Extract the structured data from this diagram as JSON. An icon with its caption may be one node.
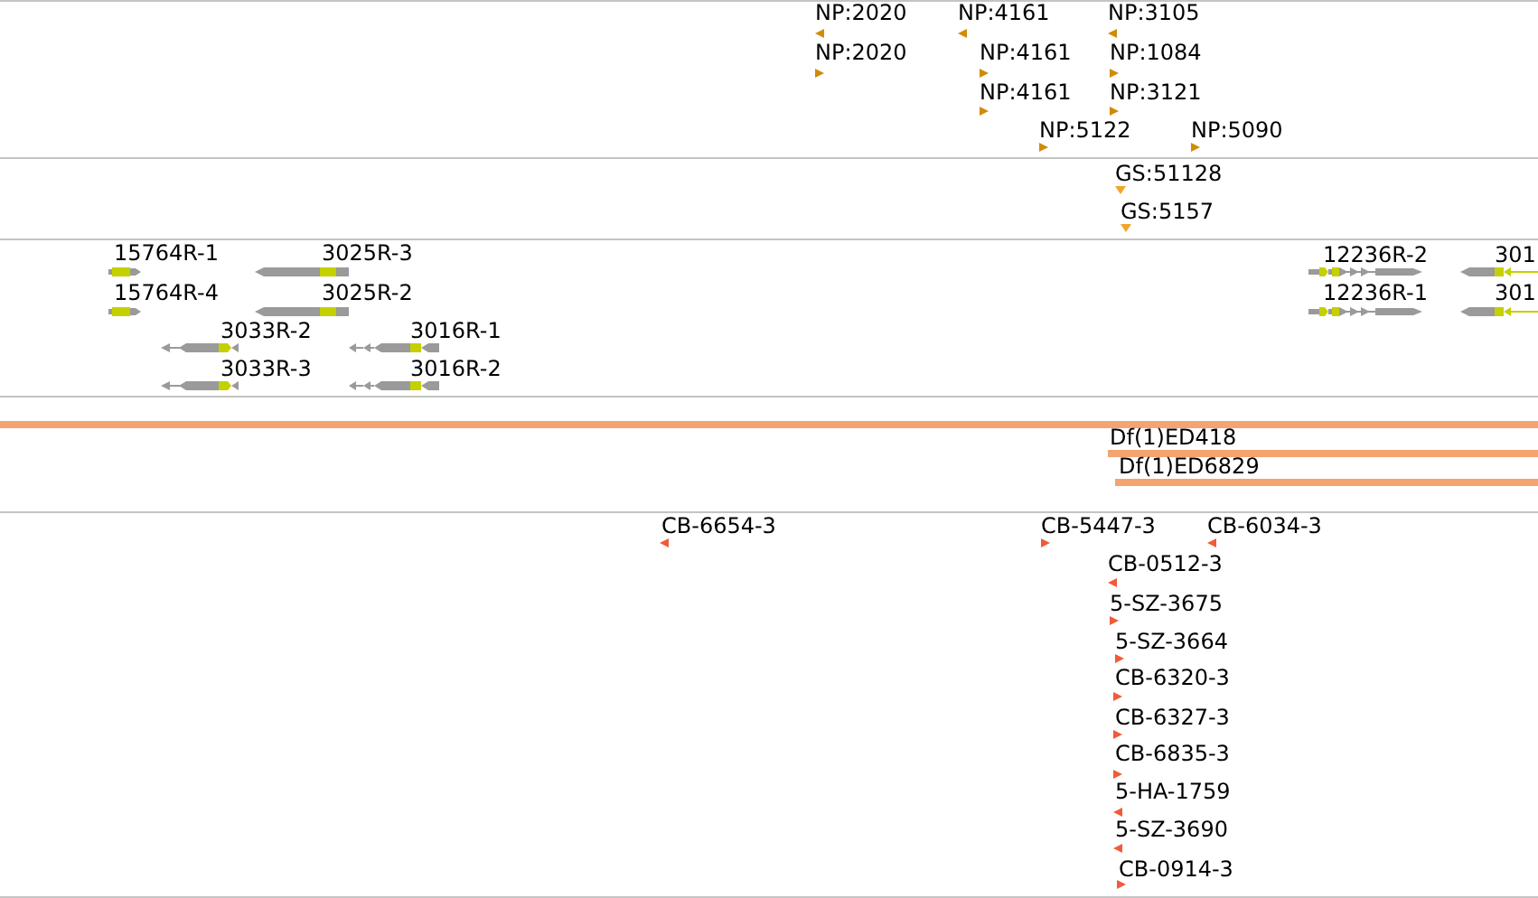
{
  "diagram": {
    "labels": [
      "NP:2020",
      "NP:4161",
      "NP:3105",
      "NP:2020",
      "NP:4161",
      "NP:1084",
      "NP:4161",
      "NP:3121",
      "NP:5122",
      "NP:5090",
      "GS:51128",
      "GS:5157",
      "15764R-1",
      "3025R-3",
      "12236R-2",
      "301",
      "15764R-4",
      "3025R-2",
      "12236R-1",
      "301",
      "3033R-2",
      "3016R-1",
      "3033R-3",
      "3016R-2",
      "Df(1)ED418",
      "Df(1)ED6829",
      "CB-6654-3",
      "CB-5447-3",
      "CB-6034-3",
      "CB-0512-3",
      "5-SZ-3675",
      "5-SZ-3664",
      "CB-6320-3",
      "CB-6327-3",
      "CB-6835-3",
      "5-HA-1759",
      "5-SZ-3690",
      "CB-0914-3"
    ]
  }
}
